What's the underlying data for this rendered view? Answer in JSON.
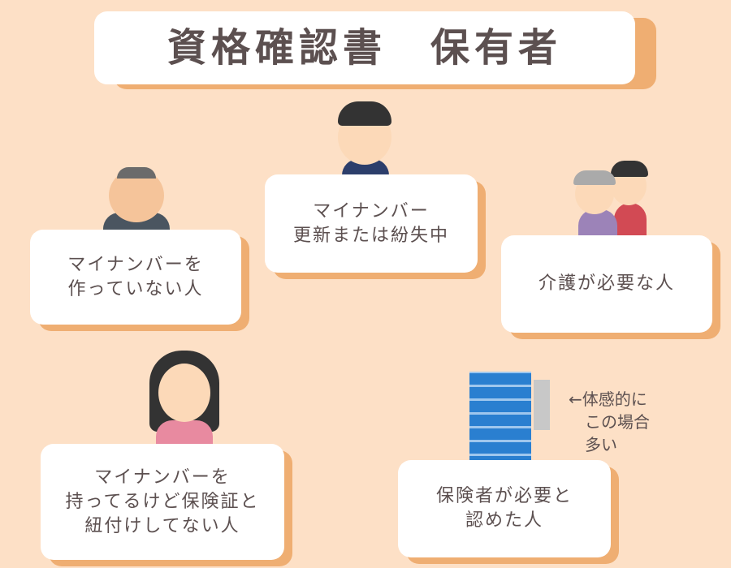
{
  "title": "資格確認書　保有者",
  "cards": [
    {
      "lines": [
        "マイナンバーを",
        "作っていない人"
      ]
    },
    {
      "lines": [
        "マイナンバー",
        "更新または紛失中"
      ]
    },
    {
      "lines": [
        "介護が必要な人"
      ]
    },
    {
      "lines": [
        "マイナンバーを",
        "持ってるけど保険証と",
        "紐付けしてない人"
      ]
    },
    {
      "lines": [
        "保険者が必要と",
        "認めた人"
      ]
    }
  ],
  "note": {
    "lines": [
      "←体感的に",
      "　この場合",
      "　多い"
    ]
  },
  "colors": {
    "background": "#fde0c6",
    "shadow": "#efae72",
    "text": "#5c5050"
  }
}
